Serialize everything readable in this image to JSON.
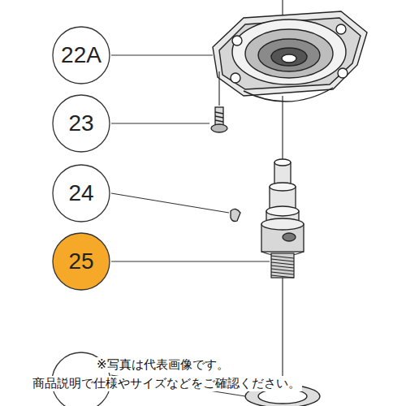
{
  "diagram": {
    "nodes": [
      {
        "text": [
          "22A"
        ]
      },
      {
        "text": [
          "23"
        ]
      },
      {
        "text": [
          "24"
        ]
      },
      {
        "text": [
          "25"
        ]
      }
    ],
    "labels": [
      "※写真は代表画像です。",
      "商品説明で仕様やサイズなどをご確認ください。"
    ]
  }
}
